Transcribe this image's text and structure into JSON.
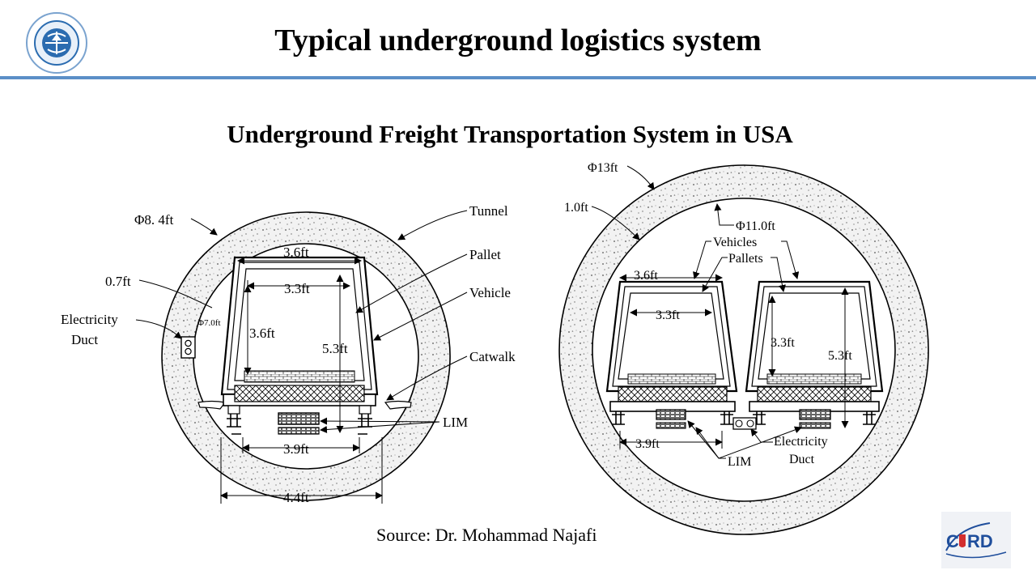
{
  "slide": {
    "title": "Typical underground logistics system",
    "subtitle": "Underground Freight Transportation System in USA",
    "source": "Source: Dr. Mohammad Najafi"
  },
  "left_section": {
    "outer_diameter": "Φ8. 4ft",
    "wall_thickness": "0.7ft",
    "duct_diameter": "Φ7.0ft",
    "electricity_duct": [
      "Electricity",
      "Duct"
    ],
    "vehicle_top_width": "3.6ft",
    "pallet_width": "3.3ft",
    "pallet_height": "3.6ft",
    "vehicle_height": "5.3ft",
    "track_width": "3.9ft",
    "base_width": "4.4ft",
    "callouts": {
      "tunnel": "Tunnel",
      "pallet": "Pallet",
      "vehicle": "Vehicle",
      "catwalk": "Catwalk",
      "lim": "LIM"
    }
  },
  "right_section": {
    "outer_diameter": "Φ13ft",
    "wall_thickness": "1.0ft",
    "inner_diameter": "Φ11.0ft",
    "vehicles": "Vehicles",
    "pallets": "Pallets",
    "vehicle_top_width": "3.6ft",
    "pallet_width": "3.3ft",
    "pallet_height": "3.3ft",
    "vehicle_height": "5.3ft",
    "track_width": "3.9ft",
    "lim": "LIM",
    "electricity_duct": [
      "Electricity",
      "Duct"
    ]
  },
  "colors": {
    "accent_rule": "#5b8fc7",
    "concrete_fill": "#f2f2f2",
    "line": "#000000"
  },
  "logos": {
    "left": "university-seal",
    "right": {
      "text": "CTRD",
      "accent": "#d32f2f",
      "primary": "#1f4e9c"
    }
  }
}
